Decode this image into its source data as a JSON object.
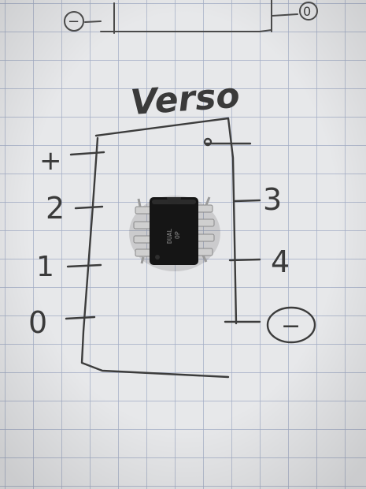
{
  "photo": {
    "heading": "Verso",
    "left_labels": [
      "+",
      "2",
      "1",
      "0"
    ],
    "right_labels": [
      "3",
      "4",
      "−"
    ],
    "top_left_symbol": "−",
    "top_right_symbol": "0",
    "chip_marking": [
      "DUAL",
      "OP"
    ],
    "colors": {
      "paper": "#e9e9ea",
      "grid": "#7f8fb0",
      "ink": "#3a3a3a",
      "chip": "#141414",
      "pins": "#c9c9c9"
    }
  }
}
